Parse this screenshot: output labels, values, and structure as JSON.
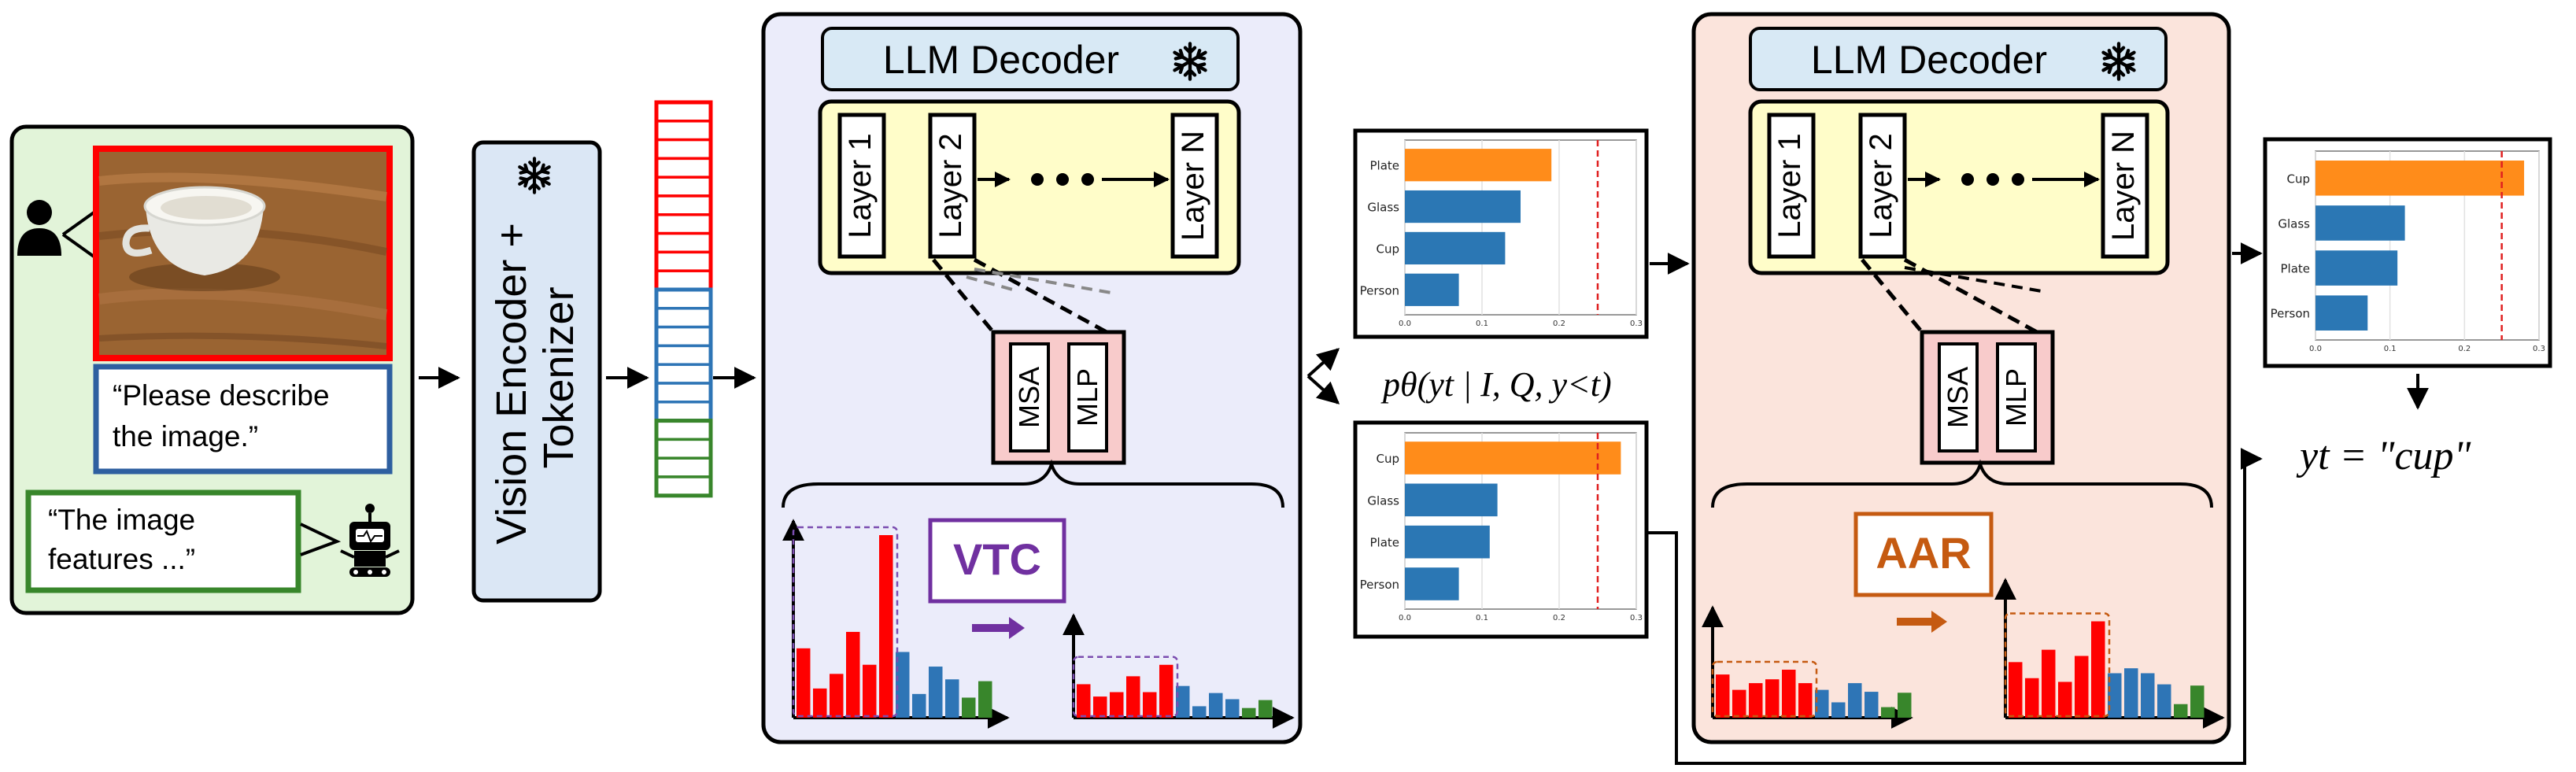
{
  "input_panel": {
    "prompt_lines": [
      "“Please describe",
      "the image.”"
    ],
    "response_lines": [
      "“The image",
      "features ...”"
    ],
    "user_icon": "person-icon",
    "assistant_icon": "robot-icon"
  },
  "encoder": {
    "label_lines": [
      "Vision Encoder +",
      "Tokenizer"
    ],
    "frozen_icon": "snowflake-icon"
  },
  "token_sequence": {
    "image_tokens": 10,
    "text_tokens": 7,
    "output_tokens": 4
  },
  "left_block": {
    "decoder_title": "LLM Decoder",
    "frozen_icon": "snowflake-icon",
    "layers": [
      "Layer 1",
      "Layer 2",
      "Layer N"
    ],
    "msa": "MSA",
    "mlp": "MLP",
    "method_label": "VTC",
    "method_color": "#7030a0"
  },
  "right_block": {
    "decoder_title": "LLM Decoder",
    "frozen_icon": "snowflake-icon",
    "layers": [
      "Layer 1",
      "Layer 2",
      "Layer N"
    ],
    "msa": "MSA",
    "mlp": "MLP",
    "method_label": "AAR",
    "method_color": "#c55a11"
  },
  "probability_label": "pθ(yt | I, Q, y<t)",
  "final_output": "yt = \"cup\"",
  "colors": {
    "image_token": "#ff0000",
    "text_token": "#2e75b6",
    "output_token": "#38862b",
    "highlight_bar": "#ff8c1a",
    "bar": "#2b77b4",
    "threshold": "#e02020"
  },
  "chart_data": [
    {
      "type": "bar",
      "categories": [
        "Plate",
        "Glass",
        "Cup",
        "Person"
      ],
      "values": [
        0.19,
        0.15,
        0.13,
        0.07
      ],
      "highlight": "Plate",
      "xlim": [
        0,
        0.3
      ],
      "xticks": [
        "0.0",
        "0.1",
        "0.2",
        "0.3"
      ],
      "threshold": 0.25
    },
    {
      "type": "bar",
      "categories": [
        "Cup",
        "Glass",
        "Plate",
        "Person"
      ],
      "values": [
        0.28,
        0.12,
        0.11,
        0.07
      ],
      "highlight": "Cup",
      "xlim": [
        0,
        0.3
      ],
      "xticks": [
        "0.0",
        "0.1",
        "0.2",
        "0.3"
      ],
      "threshold": 0.25
    },
    {
      "type": "bar",
      "categories": [
        "Cup",
        "Glass",
        "Plate",
        "Person"
      ],
      "values": [
        0.28,
        0.12,
        0.11,
        0.07
      ],
      "highlight": "Cup",
      "xlim": [
        0,
        0.3
      ],
      "xticks": [
        "0.0",
        "0.1",
        "0.2",
        "0.3"
      ],
      "threshold": 0.25
    },
    {
      "type": "bar",
      "values": [
        0.38,
        0.16,
        0.24,
        0.47,
        0.29,
        1.0,
        0.36,
        0.13,
        0.28,
        0.21,
        0.11,
        0.2
      ],
      "groups": [
        "image",
        "image",
        "image",
        "image",
        "image",
        "image",
        "text",
        "text",
        "text",
        "text",
        "output",
        "output"
      ]
    },
    {
      "type": "bar",
      "values": [
        0.38,
        0.24,
        0.29,
        0.47,
        0.29,
        0.6,
        0.36,
        0.13,
        0.28,
        0.21,
        0.11,
        0.2
      ],
      "groups": [
        "image",
        "image",
        "image",
        "image",
        "image",
        "image",
        "text",
        "text",
        "text",
        "text",
        "output",
        "output"
      ]
    },
    {
      "type": "bar",
      "values": [
        0.45,
        0.29,
        0.36,
        0.4,
        0.5,
        0.36,
        0.29,
        0.16,
        0.36,
        0.27,
        0.11,
        0.26
      ],
      "groups": [
        "image",
        "image",
        "image",
        "image",
        "image",
        "image",
        "text",
        "text",
        "text",
        "text",
        "output",
        "output"
      ]
    },
    {
      "type": "bar",
      "values": [
        0.45,
        0.32,
        0.55,
        0.29,
        0.5,
        0.78,
        0.36,
        0.4,
        0.36,
        0.27,
        0.11,
        0.26
      ],
      "groups": [
        "image",
        "image",
        "image",
        "image",
        "image",
        "image",
        "text",
        "text",
        "text",
        "text",
        "output",
        "output"
      ]
    }
  ]
}
